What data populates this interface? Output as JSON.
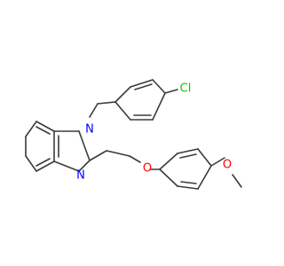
{
  "molecule": {
    "atoms": {
      "nitrogen_top": {
        "label": "N",
        "color": "#0000ff"
      },
      "nitrogen_bottom": {
        "label": "N",
        "color": "#0000ff"
      },
      "oxygen_ether": {
        "label": "O",
        "color": "#ff0000"
      },
      "oxygen_methoxy": {
        "label": "O",
        "color": "#ff0000"
      },
      "chlorine": {
        "label": "Cl",
        "color": "#00cc00"
      }
    },
    "bond_color": "#3b3b3b"
  }
}
